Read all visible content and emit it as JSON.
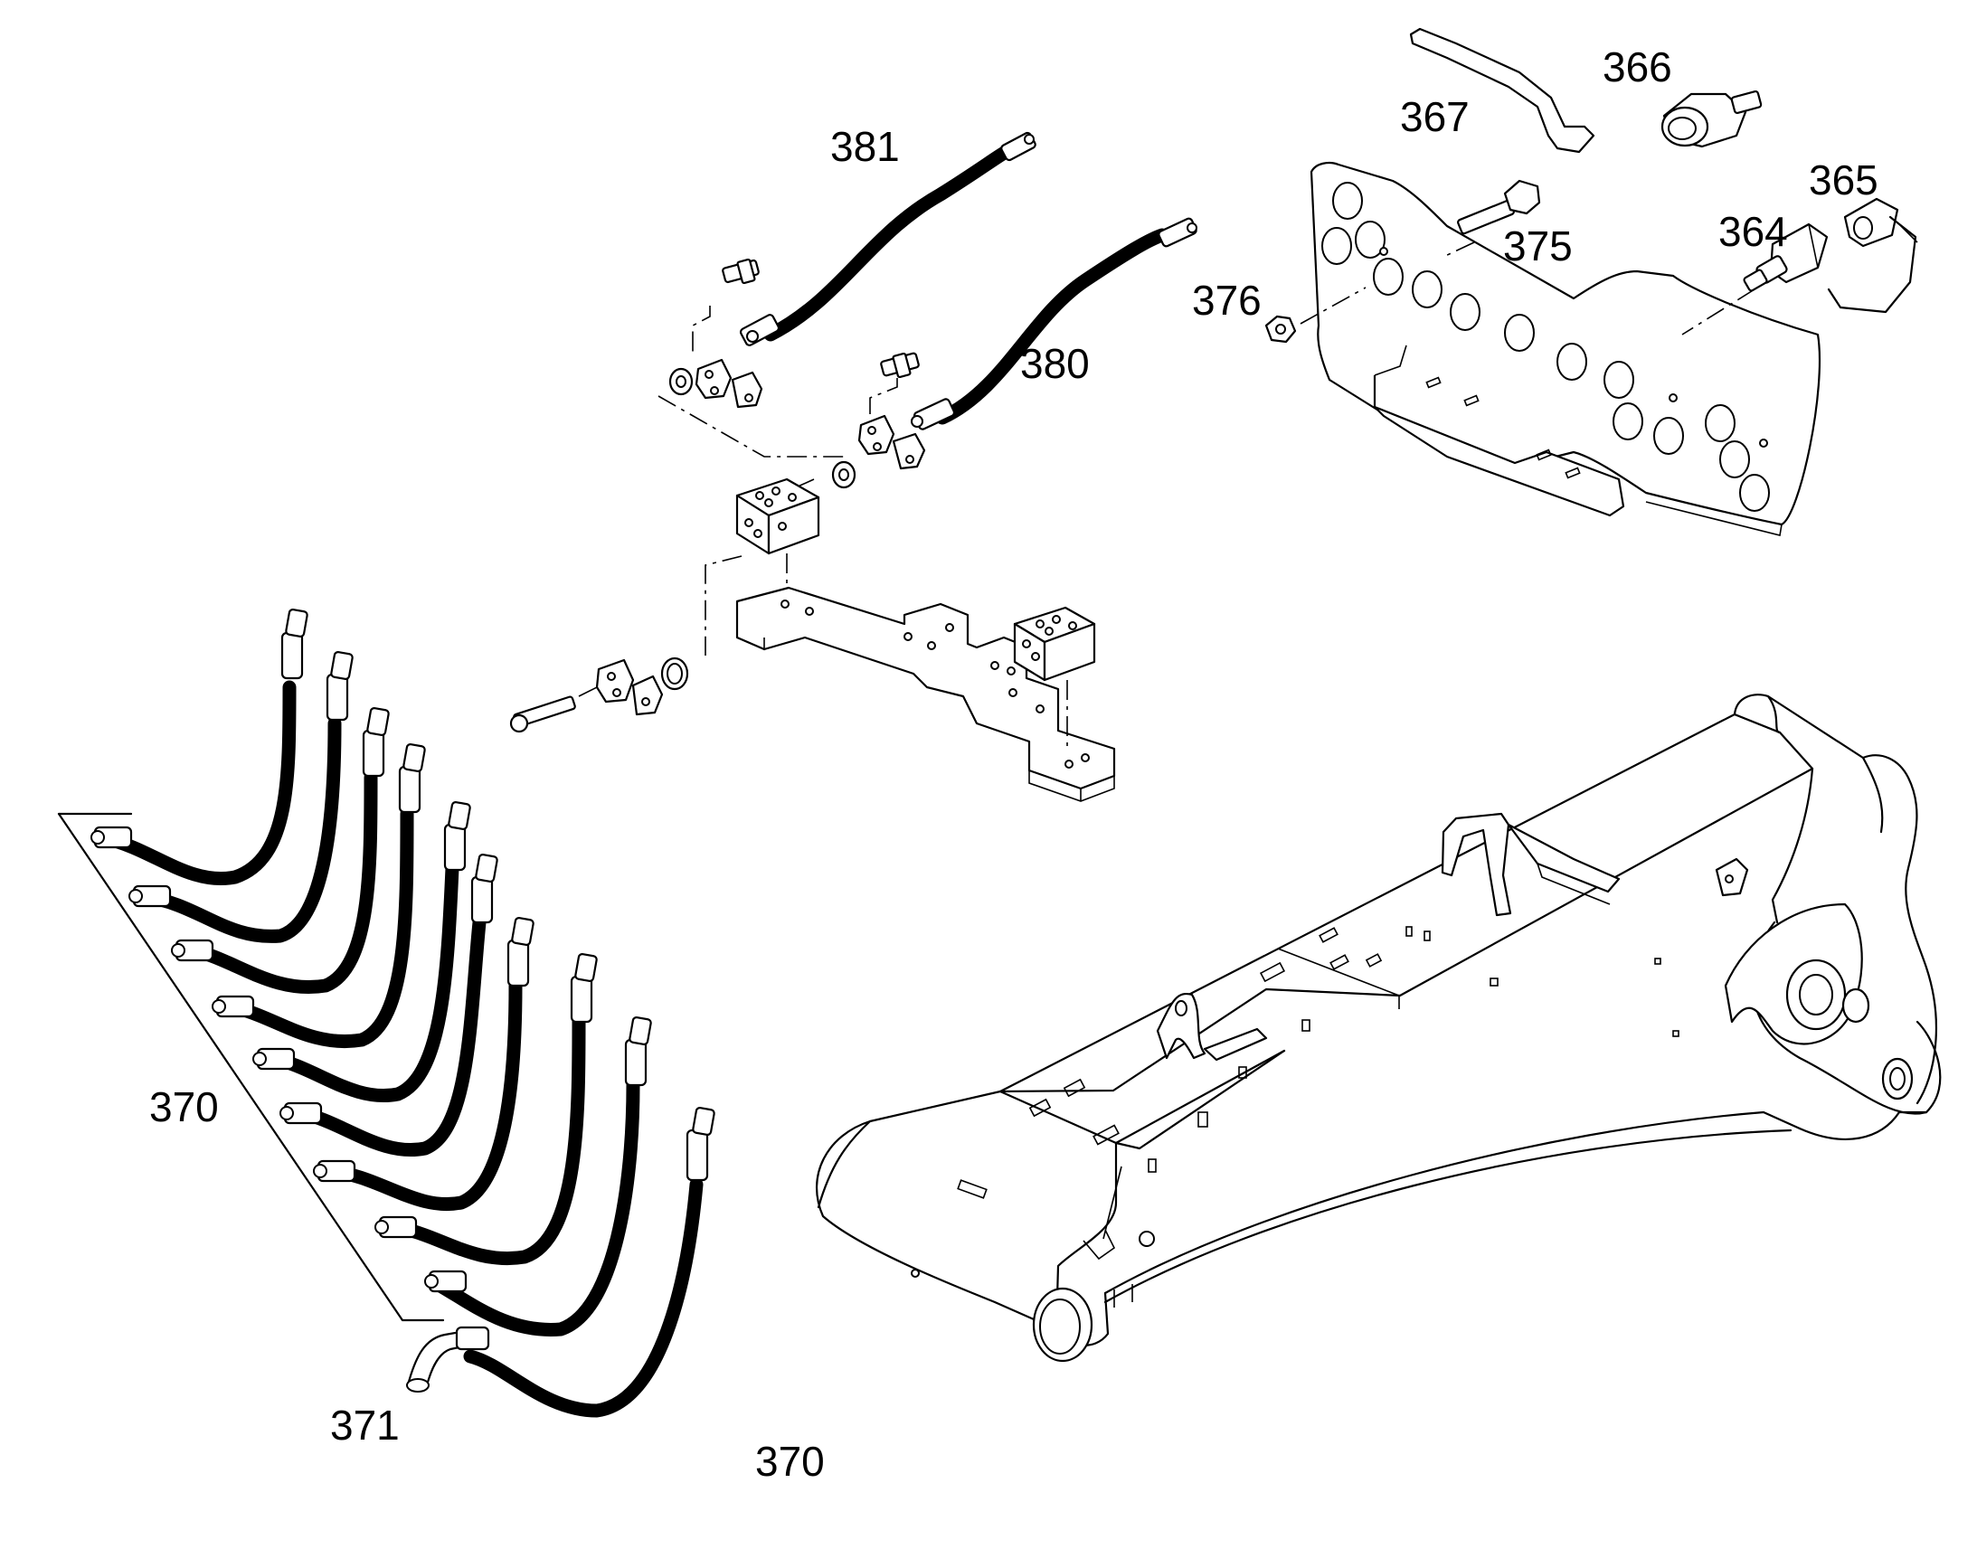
{
  "labels": {
    "p364": "364",
    "p365": "365",
    "p366": "366",
    "p367": "367",
    "p370a": "370",
    "p370b": "370",
    "p371": "371",
    "p375": "375",
    "p376": "376",
    "p380": "380",
    "p381": "381"
  }
}
